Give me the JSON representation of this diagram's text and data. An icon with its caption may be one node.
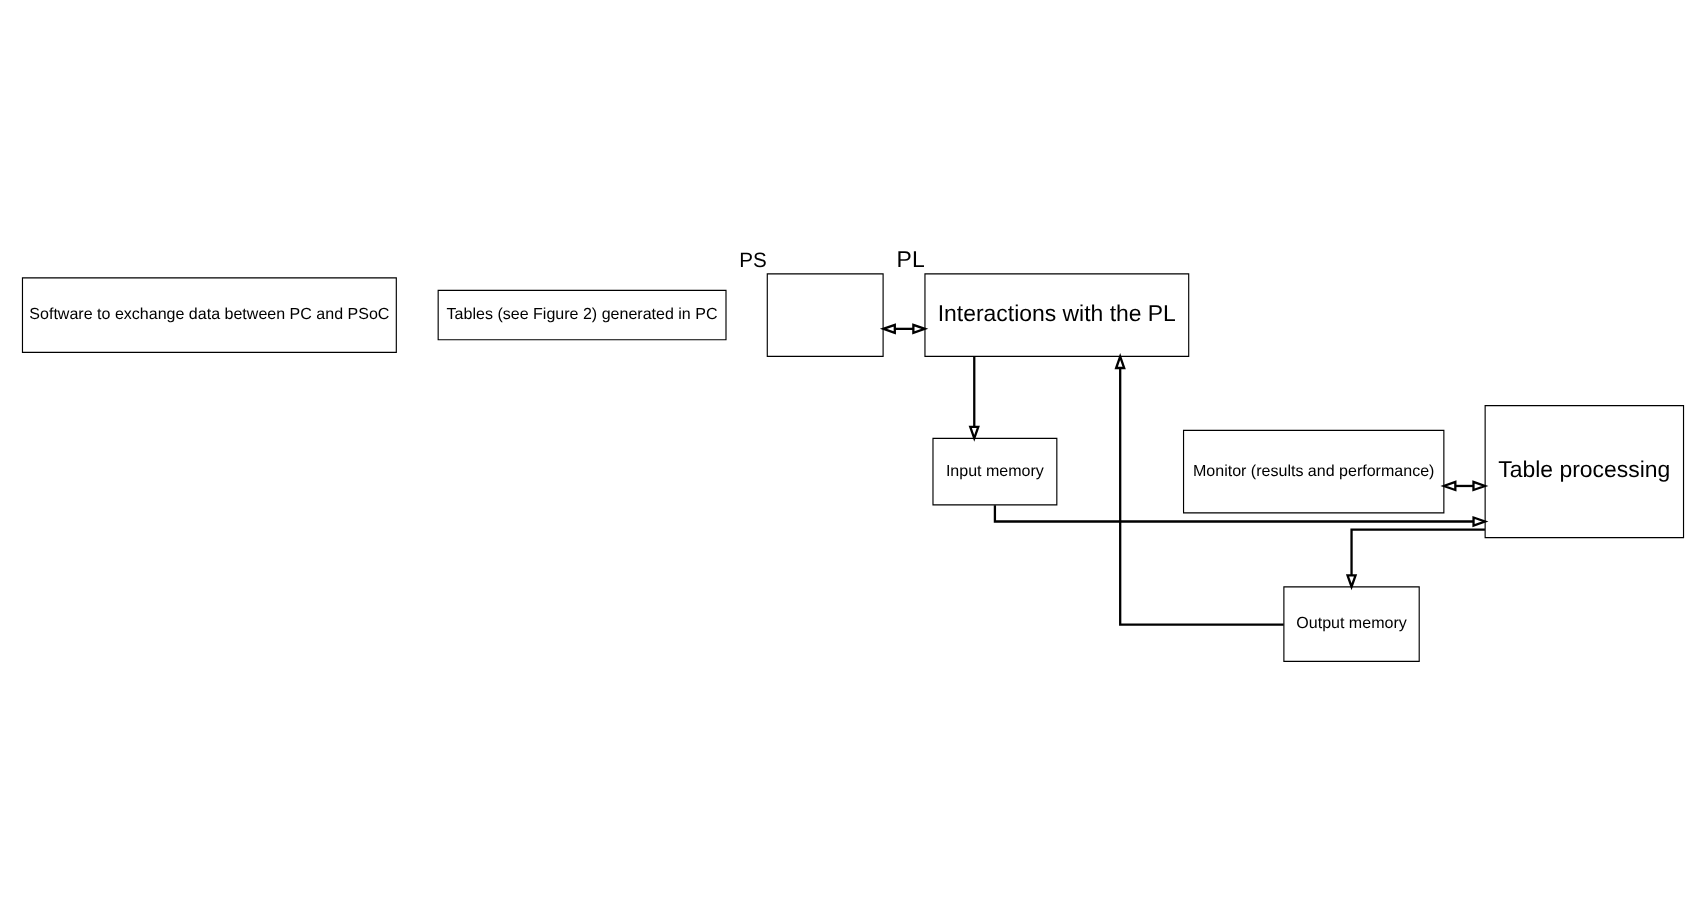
{
  "diagram": {
    "nodes": [
      {
        "text": [
          "Software to exchange data between PC and PSoC"
        ]
      },
      {
        "text": [
          "Tables (see Figure 2) generated in PC"
        ]
      },
      {
        "text": [],
        "shape": "box",
        "beside": [
          "PS"
        ]
      },
      {
        "text": [
          "Interactions with the PL"
        ],
        "beside": [
          "PL"
        ]
      },
      {
        "text": [
          "Monitor (results and performance)"
        ]
      },
      {
        "text": [
          "Table processing"
        ]
      },
      {
        "text": [
          "Input memory"
        ]
      },
      {
        "text": [
          "Output memory"
        ]
      }
    ],
    "edges": [
      {
        "from": 2,
        "to": 3,
        "arrow": "both"
      },
      {
        "from": 3,
        "to": 6,
        "arrow": "to"
      },
      {
        "from": 6,
        "to": 5,
        "arrow": "to"
      },
      {
        "from": 4,
        "to": 5,
        "arrow": "both"
      },
      {
        "from": 5,
        "to": 7,
        "arrow": "to"
      },
      {
        "from": 7,
        "to": 3,
        "arrow": "to"
      }
    ]
  }
}
